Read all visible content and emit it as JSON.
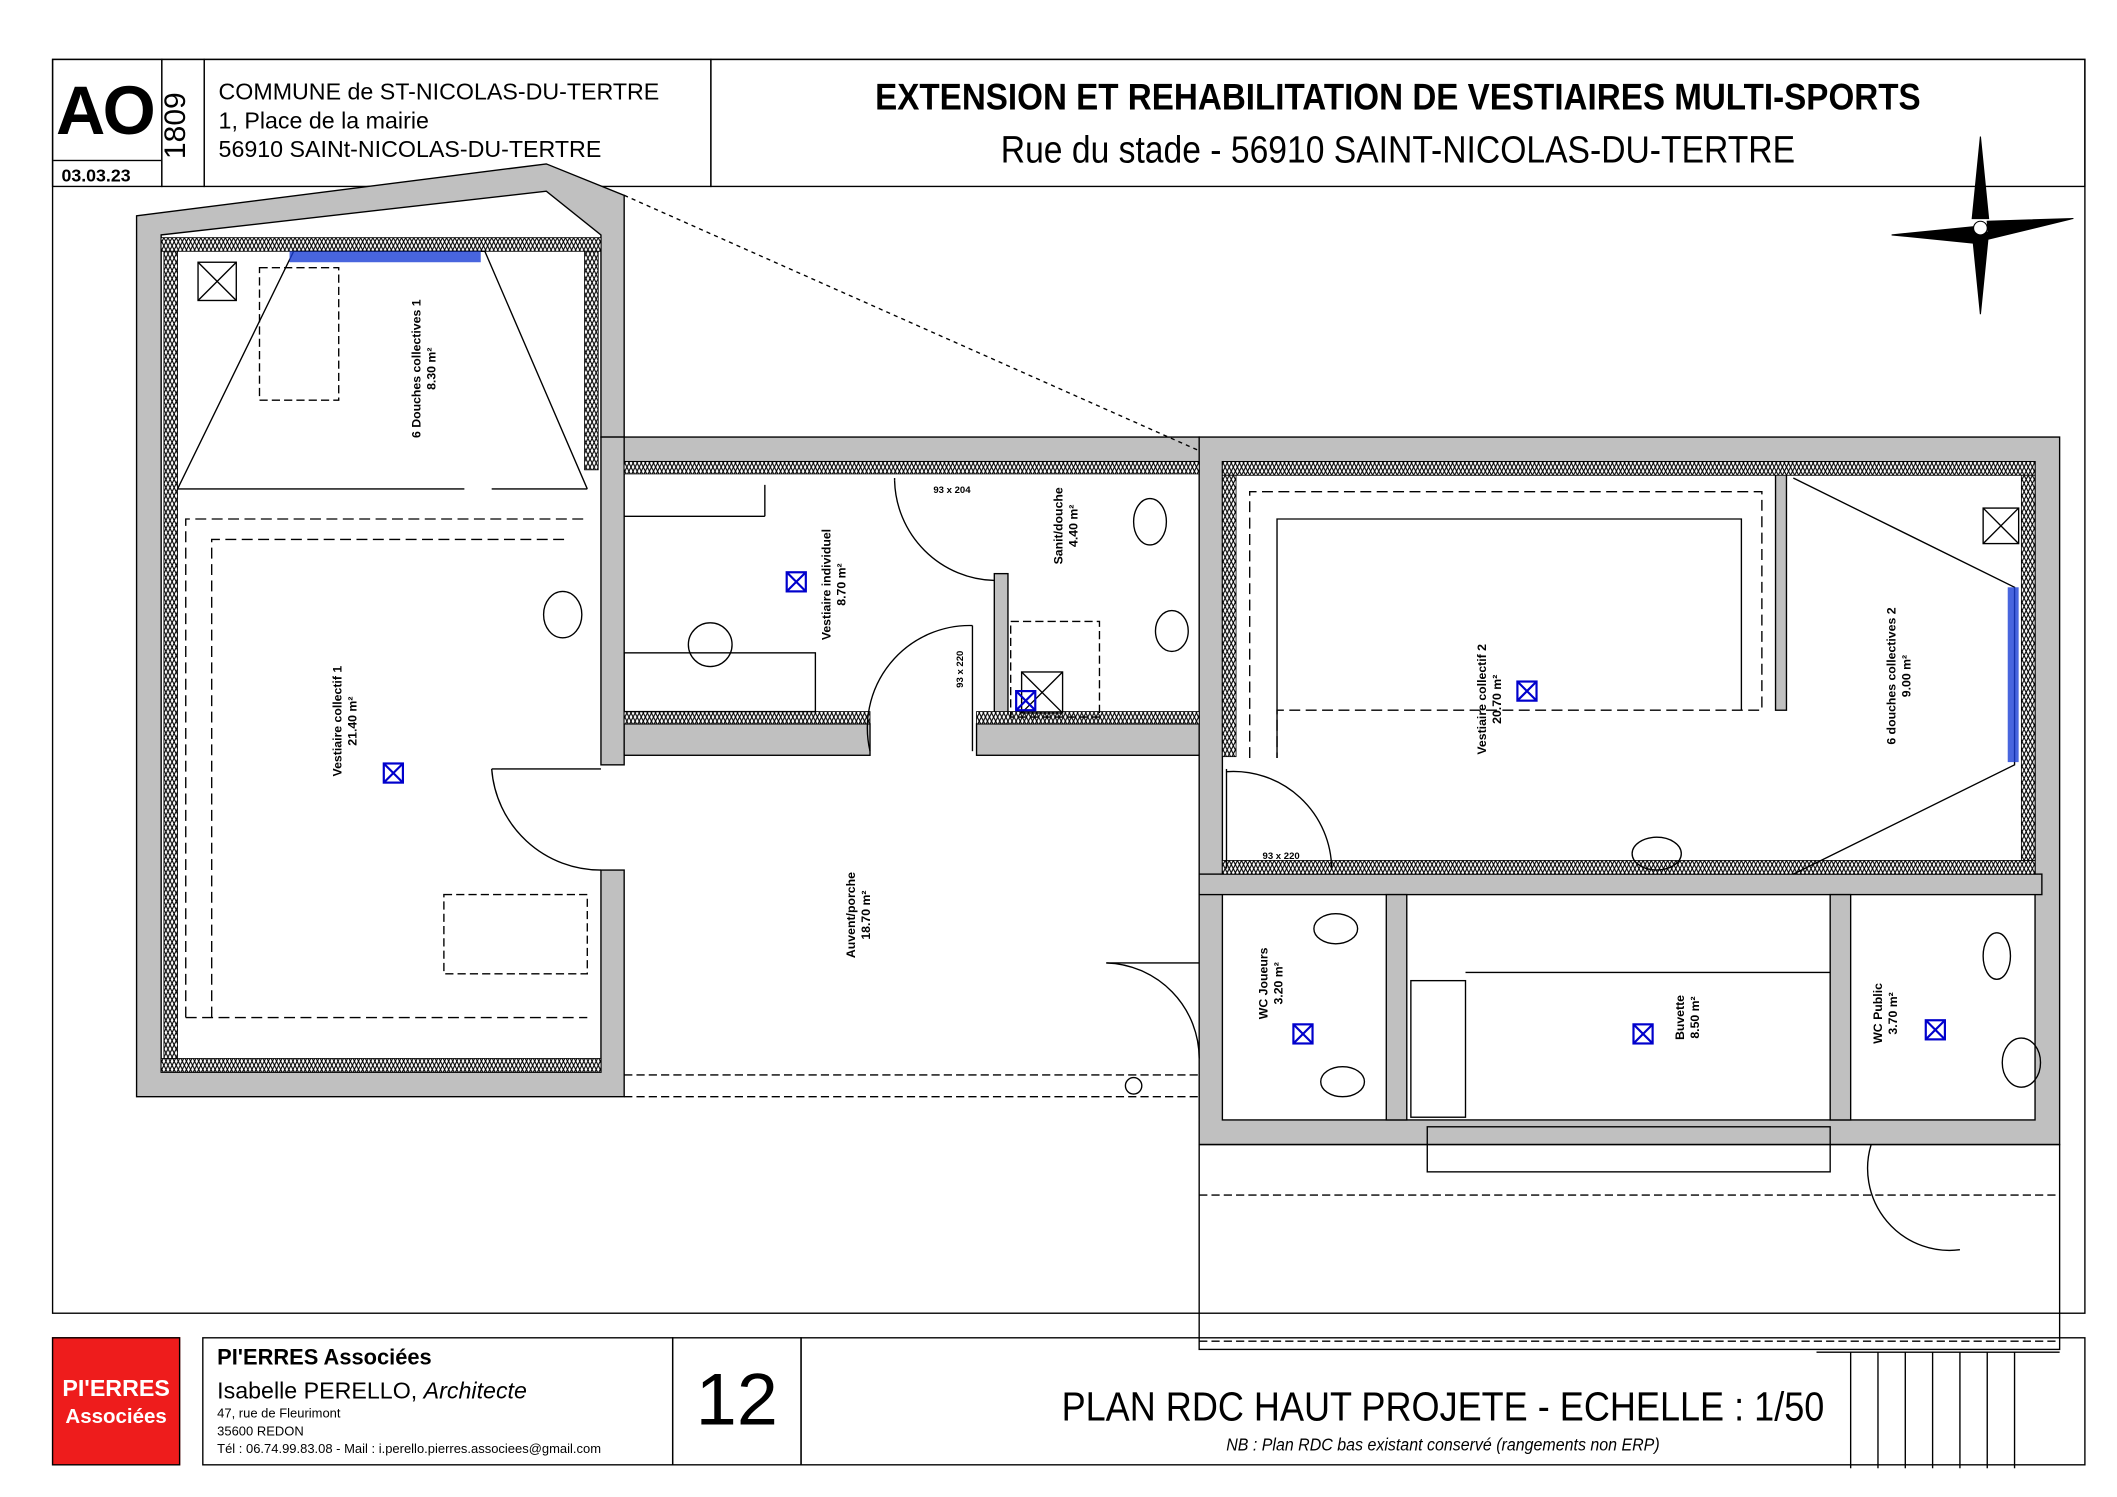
{
  "header": {
    "code": "AO",
    "number": "1809",
    "date": "03.03.23",
    "client": [
      "COMMUNE de ST-NICOLAS-DU-TERTRE",
      "1, Place de la mairie",
      "56910 SAINt-NICOLAS-DU-TERTRE"
    ],
    "title": "EXTENSION ET REHABILITATION DE VESTIAIRES MULTI-SPORTS",
    "subtitle": "Rue du stade - 56910 SAINT-NICOLAS-DU-TERTRE"
  },
  "plan": {
    "rooms": [
      {
        "name": "6 Douches collectives 1",
        "area": "8.30 m²"
      },
      {
        "name": "Vestiaire collectif 1",
        "area": "21.40 m²"
      },
      {
        "name": "Vestiaire individuel",
        "area": "8.70 m²"
      },
      {
        "name": "Sanit/douche",
        "area": "4.40 m²"
      },
      {
        "name": "Auvent/porche",
        "area": "18.70 m²"
      },
      {
        "name": "Vestiaire collectif 2",
        "area": "20.70 m²"
      },
      {
        "name": "6 douches collectives 2",
        "area": "9.00 m²"
      },
      {
        "name": "WC Joueurs",
        "area": "3.20 m²"
      },
      {
        "name": "Buvette",
        "area": "8.50 m²"
      },
      {
        "name": "WC Public",
        "area": "3.70 m²"
      }
    ],
    "doors": [
      "93 x 204",
      "93 x 220",
      "93 x 220"
    ],
    "colors": {
      "wall": "#c0c0c0",
      "vent": "#0000cc",
      "tiles": "#1a3fd6"
    }
  },
  "footer": {
    "logo": [
      "PI'ERRES",
      "Associées"
    ],
    "logo_color": "#ee1c1c",
    "firm": "PI'ERRES Associées",
    "architect": "Isabelle PERELLO,",
    "architect_role": "Architecte",
    "address1": "47, rue de Fleurimont",
    "address2": "35600 REDON",
    "contact": "Tél : 06.74.99.83.08 - Mail : i.perello.pierres.associees@gmail.com",
    "sheet": "12",
    "plan_title": "PLAN RDC HAUT PROJETE - ECHELLE : 1/50",
    "note": "NB : Plan RDC bas existant conservé (rangements non ERP)"
  }
}
